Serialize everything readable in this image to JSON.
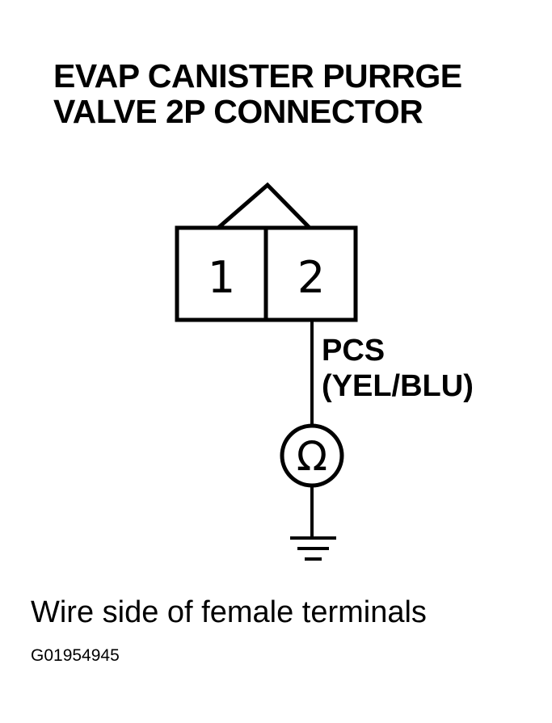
{
  "title": {
    "line1": "EVAP CANISTER PURRGE",
    "line2": "VALVE 2P CONNECTOR"
  },
  "connector": {
    "pins": [
      "1",
      "2"
    ]
  },
  "wire": {
    "name": "PCS",
    "color": "(YEL/BLU)"
  },
  "meter_symbol": "Ω",
  "caption": "Wire side of female terminals",
  "figure_id": "G01954945"
}
